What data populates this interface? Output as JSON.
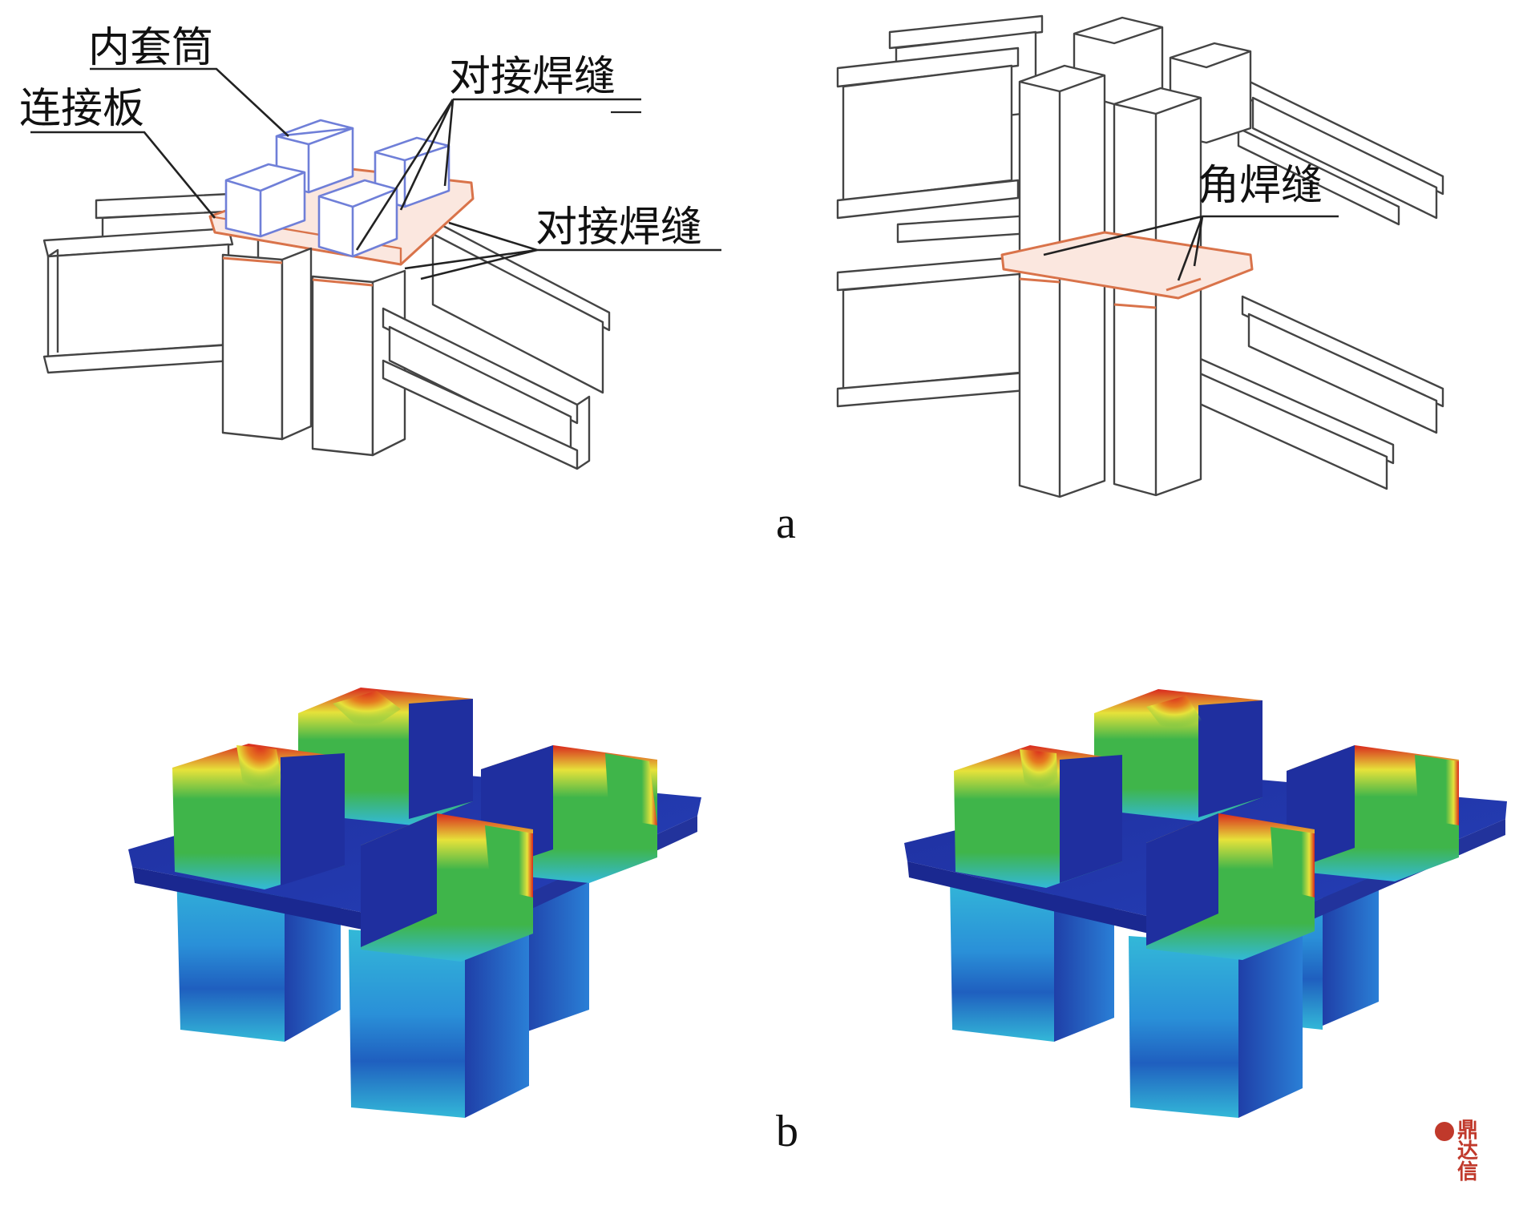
{
  "panel_a": {
    "letter": "a",
    "left_labels": {
      "inner_sleeve": "内套筒",
      "connection_plate": "连接板",
      "butt_weld_top": "对接焊缝",
      "butt_weld_side": "对接焊缝"
    },
    "right_labels": {
      "fillet_weld": "角焊缝"
    }
  },
  "panel_b": {
    "letter": "b"
  },
  "watermark": {
    "text": "鼎达信"
  },
  "colors": {
    "line": "#444444",
    "sleeve": "#6f7fd8",
    "weld": "#d9734a",
    "fea_dark_blue": "#1f2f9f",
    "fea_mid_blue": "#2a7fd6",
    "fea_cyan": "#33b8d8",
    "fea_green": "#3fb54a",
    "fea_yellow": "#e6e23a",
    "fea_red": "#d9281e"
  }
}
